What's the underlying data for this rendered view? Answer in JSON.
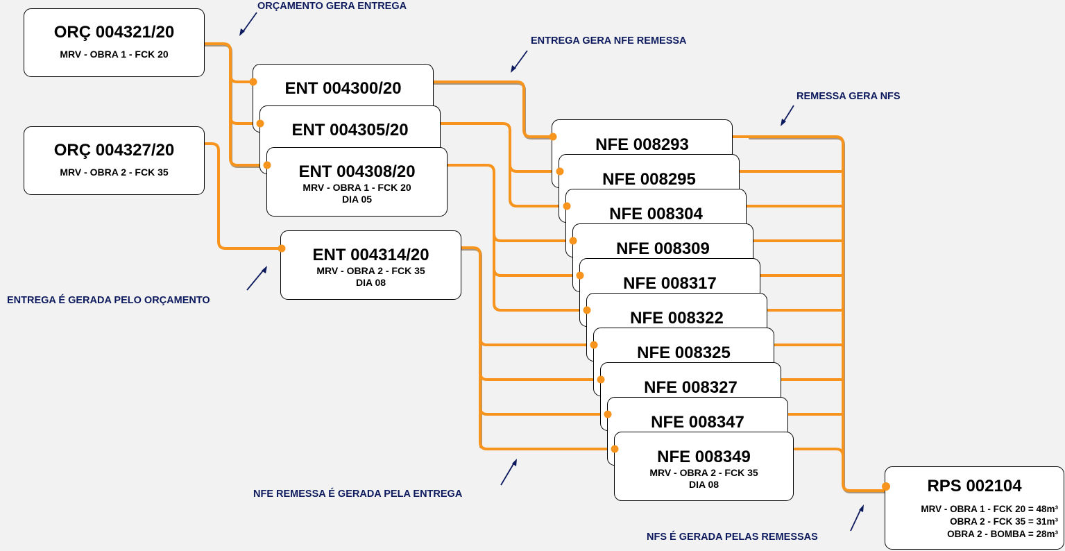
{
  "orcamentos": [
    {
      "title": "ORÇ 004321/20",
      "sub": "MRV - OBRA 1 - FCK 20"
    },
    {
      "title": "ORÇ 004327/20",
      "sub": "MRV - OBRA 2 - FCK 35"
    }
  ],
  "entregas": [
    {
      "title": "ENT 004300/20"
    },
    {
      "title": "ENT 004305/20"
    },
    {
      "title": "ENT 004308/20",
      "sub1": "MRV - OBRA 1 - FCK 20",
      "sub2": "DIA 05"
    },
    {
      "title": "ENT 004314/20",
      "sub1": "MRV - OBRA 2 - FCK 35",
      "sub2": "DIA 08"
    }
  ],
  "nfes": [
    {
      "title": "NFE 008293"
    },
    {
      "title": "NFE 008295"
    },
    {
      "title": "NFE 008304"
    },
    {
      "title": "NFE 008309"
    },
    {
      "title": "NFE 008317"
    },
    {
      "title": "NFE 008322"
    },
    {
      "title": "NFE 008325"
    },
    {
      "title": "NFE 008327"
    },
    {
      "title": "NFE 008347"
    },
    {
      "title": "NFE 008349",
      "sub1": "MRV - OBRA 2 - FCK 35",
      "sub2": "DIA 08"
    }
  ],
  "rps": {
    "title": "RPS 002104",
    "lines": [
      "MRV - OBRA 1 - FCK 20  = 48m³",
      "OBRA 2 - FCK 35  = 31m³",
      "OBRA 2 - BOMBA = 28m³"
    ]
  },
  "notes": {
    "orc_gera_ent": "ORÇAMENTO GERA ENTREGA",
    "ent_gera_nfe": "ENTREGA GERA NFE REMESSA",
    "remessa_gera_nfs": "REMESSA GERA NFS",
    "ent_gerada_orc": "ENTREGA É GERADA PELO ORÇAMENTO",
    "nfe_gerada_ent": "NFE REMESSA É GERADA PELA ENTREGA",
    "nfs_gerada_rem": "NFS É GERADA PELAS REMESSAS"
  },
  "colors": {
    "connector": "#f7941d",
    "connector_shadow": "#5a3a10",
    "note_text": "#0d1a5e",
    "background": "#f2f2f2"
  }
}
